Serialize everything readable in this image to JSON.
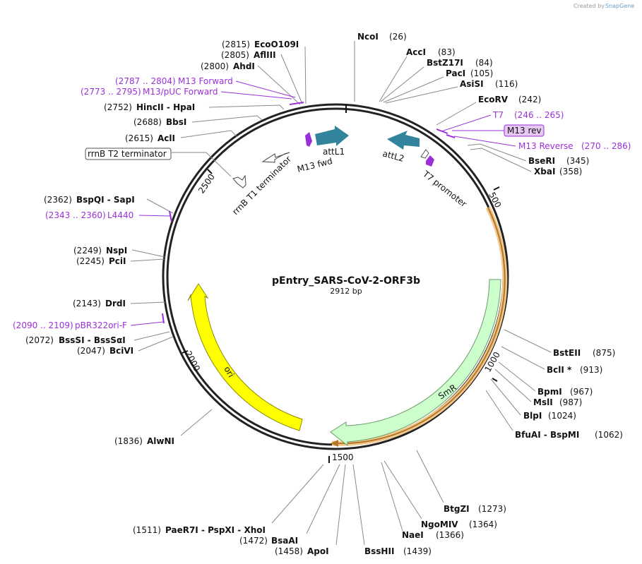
{
  "title": "pEntry_SARS-CoV-2-ORF3b",
  "length_label": "2912 bp",
  "credit": {
    "prefix": "Created by",
    "brand": "SnapGene"
  },
  "colors": {
    "ori": "#ffff00",
    "smr": "#ccffcc",
    "att": "#31849b",
    "primer": "#9b30d9",
    "orf": "#e8a33d",
    "terminator": "#ffffff",
    "promoter": "#ffffff"
  },
  "scale_ticks": [
    "500",
    "1000",
    "1500",
    "2000",
    "2500"
  ],
  "enzymes": [
    {
      "name": "NcoI",
      "pos": "(26)"
    },
    {
      "name": "AccI",
      "pos": "(83)"
    },
    {
      "name": "BstZ17I",
      "pos": "(84)"
    },
    {
      "name": "PacI",
      "pos": "(105)"
    },
    {
      "name": "AsiSI",
      "pos": "(116)"
    },
    {
      "name": "EcoRV",
      "pos": "(242)"
    },
    {
      "name": "BseRI",
      "pos": "(345)"
    },
    {
      "name": "XbaI",
      "pos": "(358)"
    },
    {
      "name": "BstEII",
      "pos": "(875)"
    },
    {
      "name": "BclI *",
      "pos": "(913)"
    },
    {
      "name": "BpmI",
      "pos": "(967)"
    },
    {
      "name": "MslI",
      "pos": "(987)"
    },
    {
      "name": "BlpI",
      "pos": "(1024)"
    },
    {
      "name": "BfuAI  -  BspMI",
      "pos": "(1062)"
    },
    {
      "name": "BtgZI",
      "pos": "(1273)"
    },
    {
      "name": "NgoMIV",
      "pos": "(1364)"
    },
    {
      "name": "NaeI",
      "pos": "(1366)"
    },
    {
      "name": "BssHII",
      "pos": "(1439)"
    },
    {
      "name": "ApoI",
      "pos": "(1458)"
    },
    {
      "name": "BsaAI",
      "pos": "(1472)"
    },
    {
      "name": "PaeR7I  -  PspXI  -  XhoI",
      "pos": "(1511)"
    },
    {
      "name": "AlwNI",
      "pos": "(1836)"
    },
    {
      "name": "BciVI",
      "pos": "(2047)"
    },
    {
      "name": "BssSI  -  BssSαI",
      "pos": "(2072)"
    },
    {
      "name": "DrdI",
      "pos": "(2143)"
    },
    {
      "name": "PciI",
      "pos": "(2245)"
    },
    {
      "name": "NspI",
      "pos": "(2249)"
    },
    {
      "name": "BspQI  -  SapI",
      "pos": "(2362)"
    },
    {
      "name": "AclI",
      "pos": "(2615)"
    },
    {
      "name": "BbsI",
      "pos": "(2688)"
    },
    {
      "name": "HincII  -  HpaI",
      "pos": "(2752)"
    },
    {
      "name": "AhdI",
      "pos": "(2800)"
    },
    {
      "name": "AflIII",
      "pos": "(2805)"
    },
    {
      "name": "EcoO109I",
      "pos": "(2815)"
    }
  ],
  "primers": [
    {
      "name": "T7",
      "range": "(246 .. 265)"
    },
    {
      "name": "M13 rev",
      "range": ""
    },
    {
      "name": "M13 Reverse",
      "range": "(270 .. 286)"
    },
    {
      "name": "L4440",
      "range": "(2343 .. 2360)"
    },
    {
      "name": "pBR322ori-F",
      "range": "(2090 .. 2109)"
    },
    {
      "name": "M13/pUC Forward",
      "range": "(2773 .. 2795)"
    },
    {
      "name": "M13 Forward",
      "range": "(2787 .. 2804)"
    }
  ],
  "features": {
    "attL1": "attL1",
    "attL2": "attL2",
    "m13fwd": "M13 fwd",
    "t7promoter": "T7 promoter",
    "rrnbT1": "rrnB T1 terminator",
    "rrnbT2": "rrnB T2 terminator",
    "smr": "SmR",
    "ori": "ori"
  }
}
